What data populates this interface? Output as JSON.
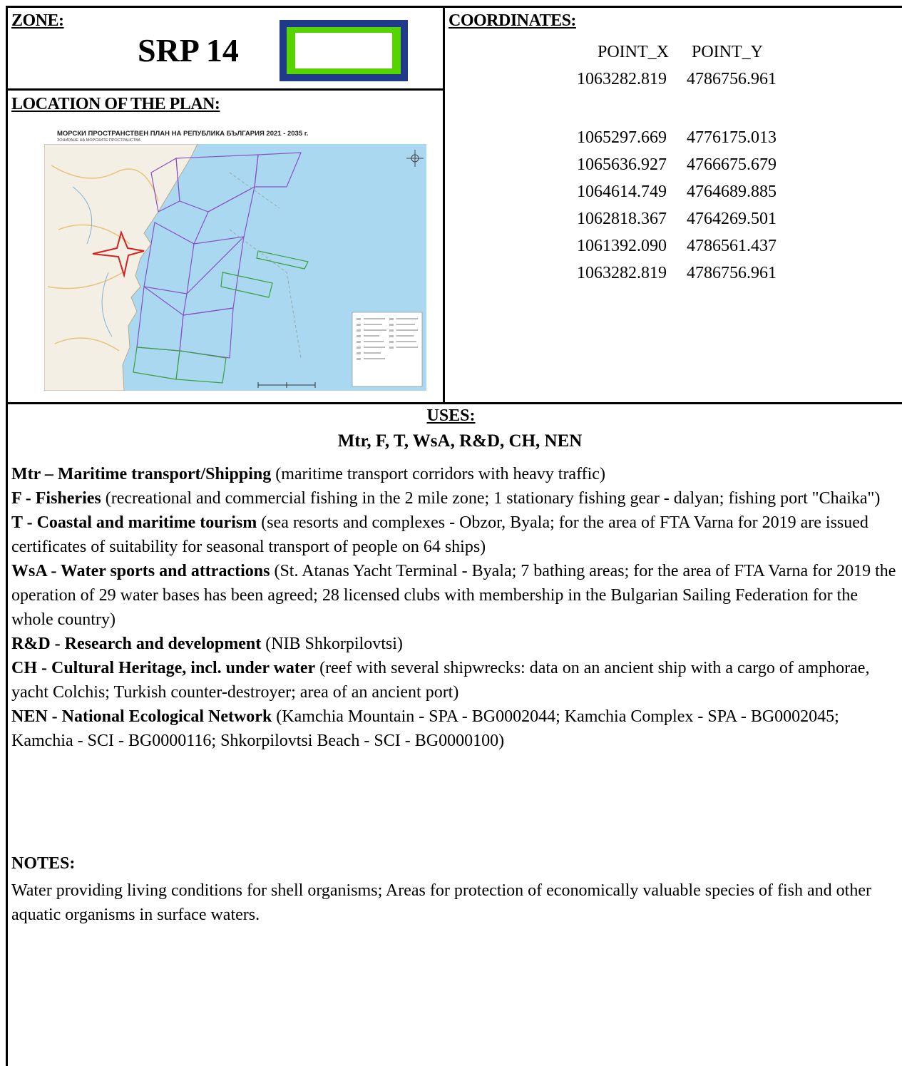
{
  "zone": {
    "label": "ZONE:",
    "code": "SRP 14",
    "swatch_colors": {
      "border": "#1f3a8a",
      "fill": "#56d400",
      "inner": "#ffffff"
    }
  },
  "location": {
    "label": "LOCATION OF THE PLAN:",
    "map_title": "МОРСКИ ПРОСТРАНСТВЕН ПЛАН НА РЕПУБЛИКА БЪЛГАРИЯ 2021 - 2035 г.",
    "map_subtitle": "ЗОНИРАНЕ НА МОРСКИТЕ ПРОСТРАНСТВА",
    "map_colors": {
      "sea": "#a9d8f0",
      "land": "#f4efe4",
      "zones_purple": "#8a4fc7",
      "zones_green": "#3aa13a",
      "marker": "#d42020"
    }
  },
  "coordinates": {
    "label": "COORDINATES:",
    "headers": [
      "POINT_X",
      "POINT_Y"
    ],
    "rows": [
      [
        "1063282.819",
        "4786756.961"
      ],
      [
        "",
        ""
      ],
      [
        "1065297.669",
        "4776175.013"
      ],
      [
        "1065636.927",
        "4766675.679"
      ],
      [
        "1064614.749",
        "4764689.885"
      ],
      [
        "1062818.367",
        "4764269.501"
      ],
      [
        "1061392.090",
        "4786561.437"
      ],
      [
        "1063282.819",
        "4786756.961"
      ]
    ]
  },
  "uses": {
    "label": "USES:",
    "codes": "Mtr, F, T, WsA, R&D, CH, NEN",
    "items": [
      {
        "title": "Mtr – Maritime transport/Shipping",
        "desc": " (maritime transport corridors with heavy traffic)"
      },
      {
        "title": "F - Fisheries",
        "desc": " (recreational and commercial fishing in the 2 mile zone; 1 stationary fishing gear - dalyan; fishing port \"Chaika\")"
      },
      {
        "title": "T - Coastal and maritime tourism",
        "desc": " (sea resorts and complexes - Obzor, Byala; for the area of FTA Varna for 2019 are issued certificates of suitability for seasonal transport of people on 64 ships)"
      },
      {
        "title": "WsA - Water sports and attractions",
        "desc": " (St. Atanas Yacht Terminal - Byala; 7 bathing areas; for the area of FTA Varna for 2019 the operation of 29 water bases has been agreed; 28 licensed clubs with membership in the Bulgarian Sailing Federation for the whole country)"
      },
      {
        "title": "R&D - Research and development",
        "desc": " (NIB Shkorpilovtsi)"
      },
      {
        "title": "CH - Cultural Heritage, incl. under water",
        "desc": " (reef with several shipwrecks: data on an ancient ship with a cargo of amphorae, yacht Colchis; Turkish counter-destroyer; area of an ancient port)"
      },
      {
        "title": "NEN - National Ecological Network",
        "desc": " (Kamchia Mountain - SPA - BG0002044; Kamchia Complex - SPA - BG0002045; Kamchia - SCI - BG0000116; Shkorpilovtsi Beach - SCI - BG0000100)"
      }
    ]
  },
  "notes": {
    "label": "NOTES:",
    "text": "Water providing living conditions for shell organisms; Areas for protection of economically valuable species of fish and other aquatic organisms in surface waters."
  }
}
